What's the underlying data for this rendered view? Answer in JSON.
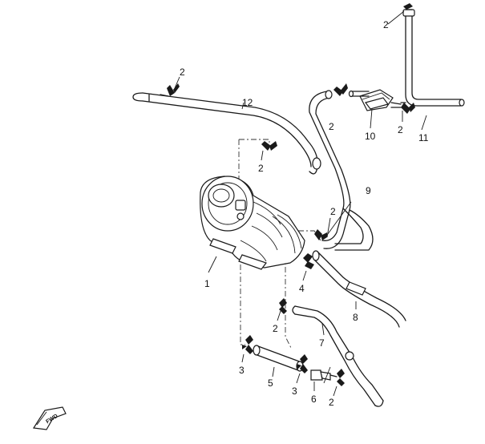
{
  "callouts": {
    "c1": "1",
    "c2": "2",
    "c3": "3",
    "c4": "4",
    "c5": "5",
    "c6": "6",
    "c7": "7",
    "c8": "8",
    "c9": "9",
    "c10": "10",
    "c11": "11",
    "c12": "12"
  },
  "fwd_label": "FWD"
}
